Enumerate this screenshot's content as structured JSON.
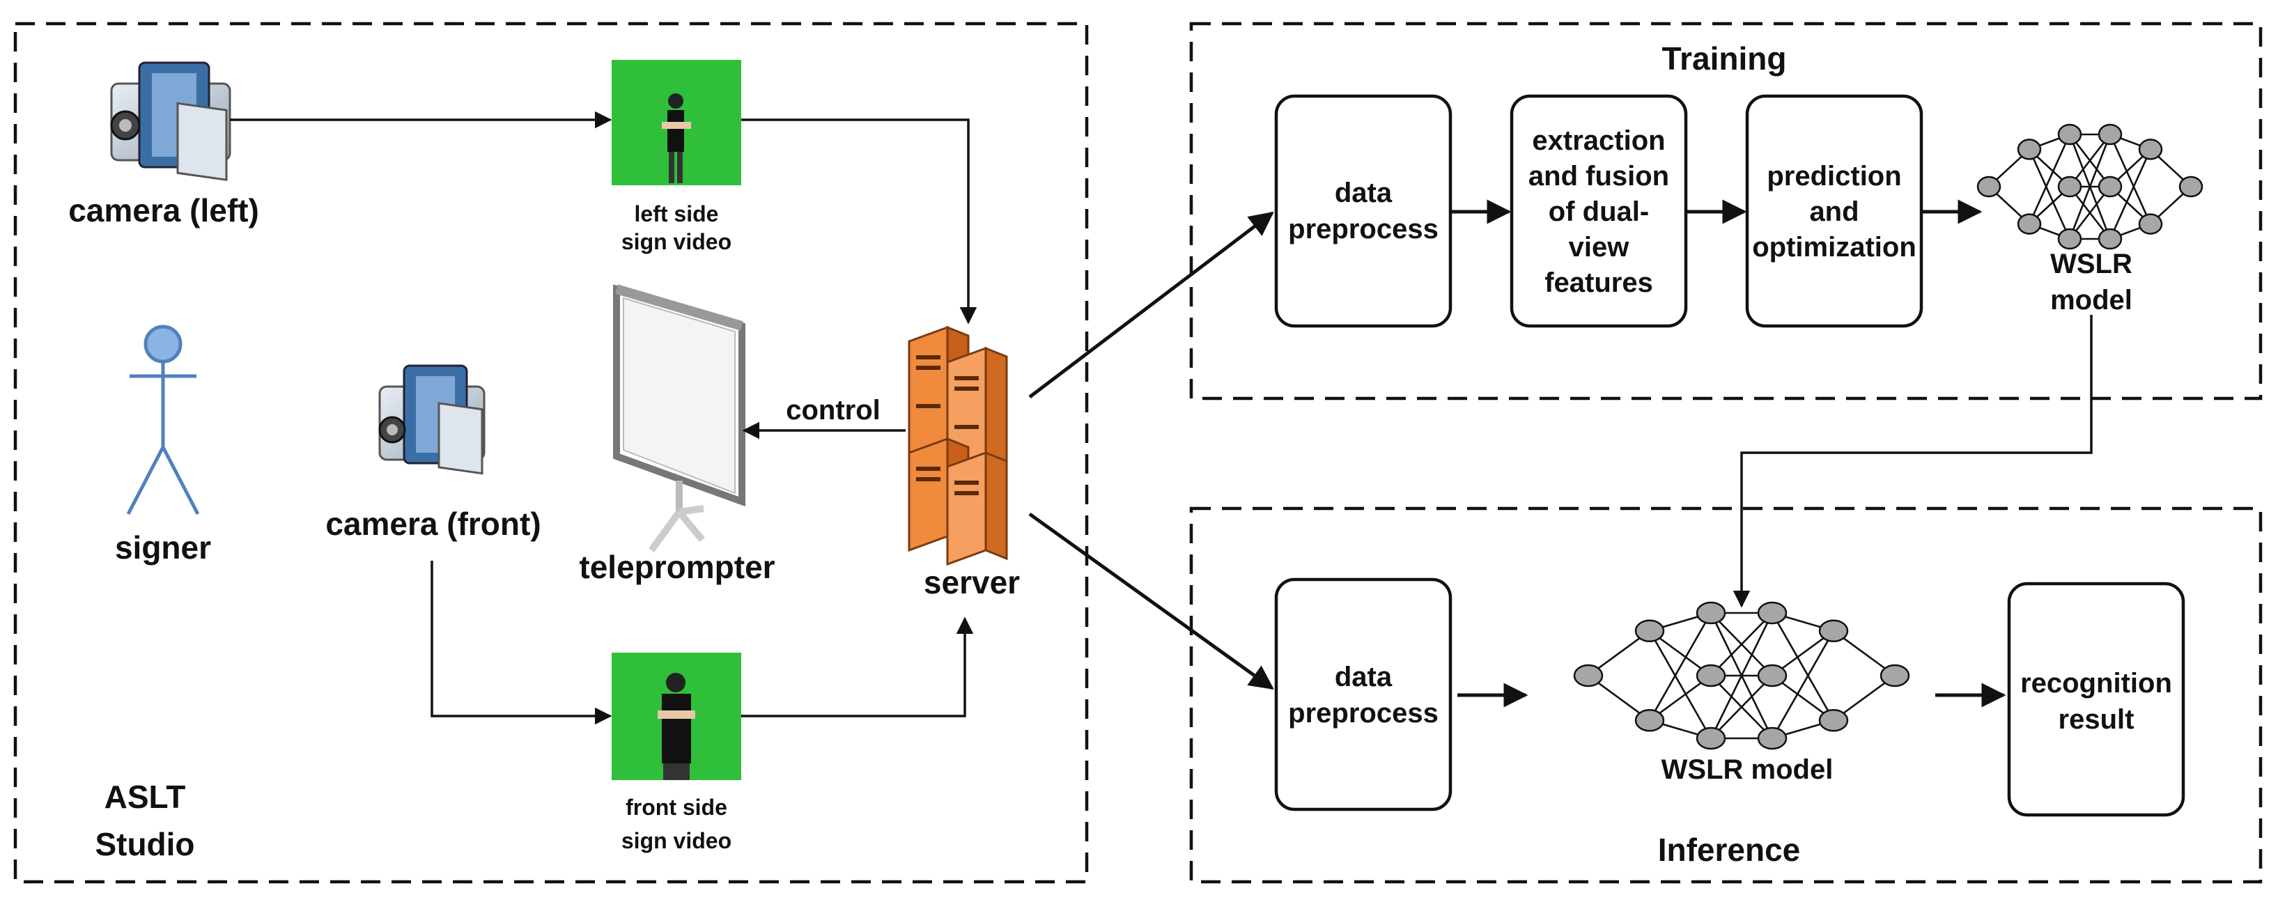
{
  "studio": {
    "label_line1": "ASLT",
    "label_line2": "Studio",
    "camera_left_label": "camera (left)",
    "camera_front_label": "camera (front)",
    "signer_label": "signer",
    "teleprompter_label": "teleprompter",
    "server_label": "server",
    "control_label": "control",
    "left_video_line1": "left side",
    "left_video_line2": "sign video",
    "front_video_line1": "front side",
    "front_video_line2": "sign video"
  },
  "training": {
    "title": "Training",
    "box1_lines": [
      "data",
      "preprocess"
    ],
    "box2_lines": [
      "extraction",
      "and fusion",
      "of dual-",
      "view",
      "features"
    ],
    "box3_lines": [
      "prediction",
      "and",
      "optimization"
    ],
    "model_line1": "WSLR",
    "model_line2": "model"
  },
  "inference": {
    "title": "Inference",
    "box1_lines": [
      "data",
      "preprocess"
    ],
    "model_label": "WSLR model",
    "result_lines": [
      "recognition",
      "result"
    ]
  },
  "colors": {
    "signer_fill": "#8db3e2",
    "signer_stroke": "#4f81bd",
    "green_screen": "#2fbf3a",
    "server_orange": "#f08a3c",
    "camera_blue": "#3a6ea5",
    "node_grey": "#a6a6a6"
  },
  "icons": [
    "camera-icon",
    "person-icon",
    "projection-screen-icon",
    "server-icon",
    "neural-network-icon",
    "video-thumbnail"
  ]
}
